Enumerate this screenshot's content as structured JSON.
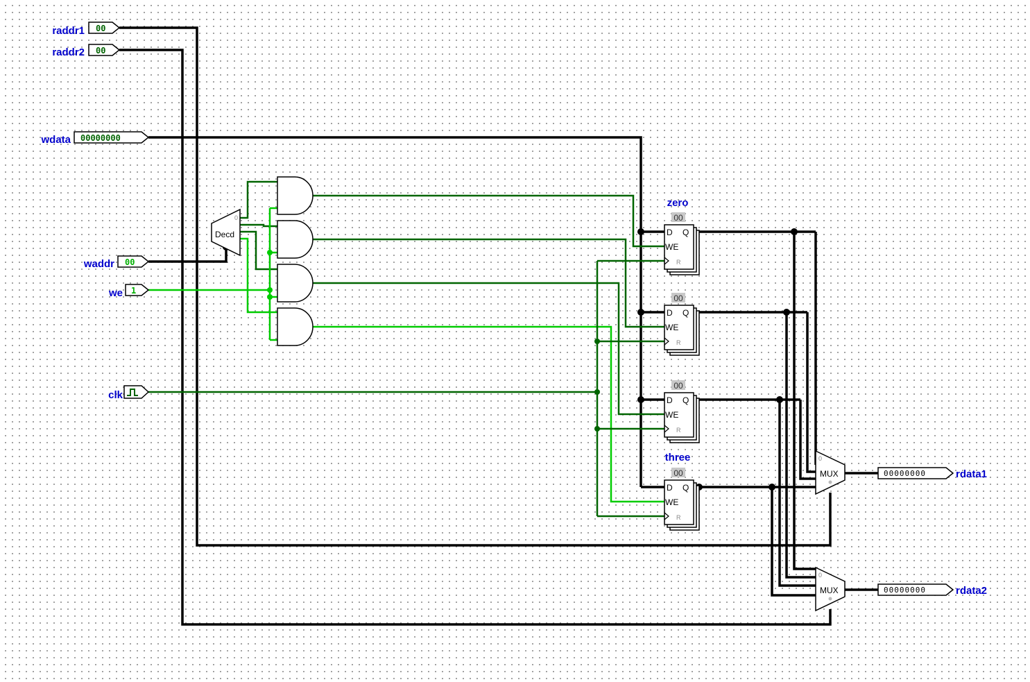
{
  "inputs": {
    "raddr1": {
      "label": "raddr1",
      "value": "00"
    },
    "raddr2": {
      "label": "raddr2",
      "value": "00"
    },
    "wdata": {
      "label": "wdata",
      "value": "00000000"
    },
    "waddr": {
      "label": "waddr",
      "value": "00"
    },
    "we": {
      "label": "we",
      "value": "1"
    },
    "clk": {
      "label": "clk"
    }
  },
  "decoder": {
    "label": "Decd",
    "select_label": "0"
  },
  "registers": [
    {
      "name": "zero",
      "value": "00",
      "d_label": "D",
      "q_label": "Q",
      "we_label": "WE",
      "r_label": "R"
    },
    {
      "name": "",
      "value": "00",
      "d_label": "D",
      "q_label": "Q",
      "we_label": "WE",
      "r_label": "R"
    },
    {
      "name": "",
      "value": "00",
      "d_label": "D",
      "q_label": "Q",
      "we_label": "WE",
      "r_label": "R"
    },
    {
      "name": "three",
      "value": "00",
      "d_label": "D",
      "q_label": "Q",
      "we_label": "WE",
      "r_label": "R"
    }
  ],
  "muxes": [
    {
      "label": "MUX",
      "select_label": "0"
    },
    {
      "label": "MUX",
      "select_label": "0"
    }
  ],
  "outputs": {
    "rdata1": {
      "label": "rdata1",
      "value": "00000000"
    },
    "rdata2": {
      "label": "rdata2",
      "value": "00000000"
    }
  },
  "colors": {
    "bus": "#000000",
    "wire_dark_green": "#006400",
    "wire_bright_green": "#00cc00",
    "label_blue": "#0000cc"
  }
}
